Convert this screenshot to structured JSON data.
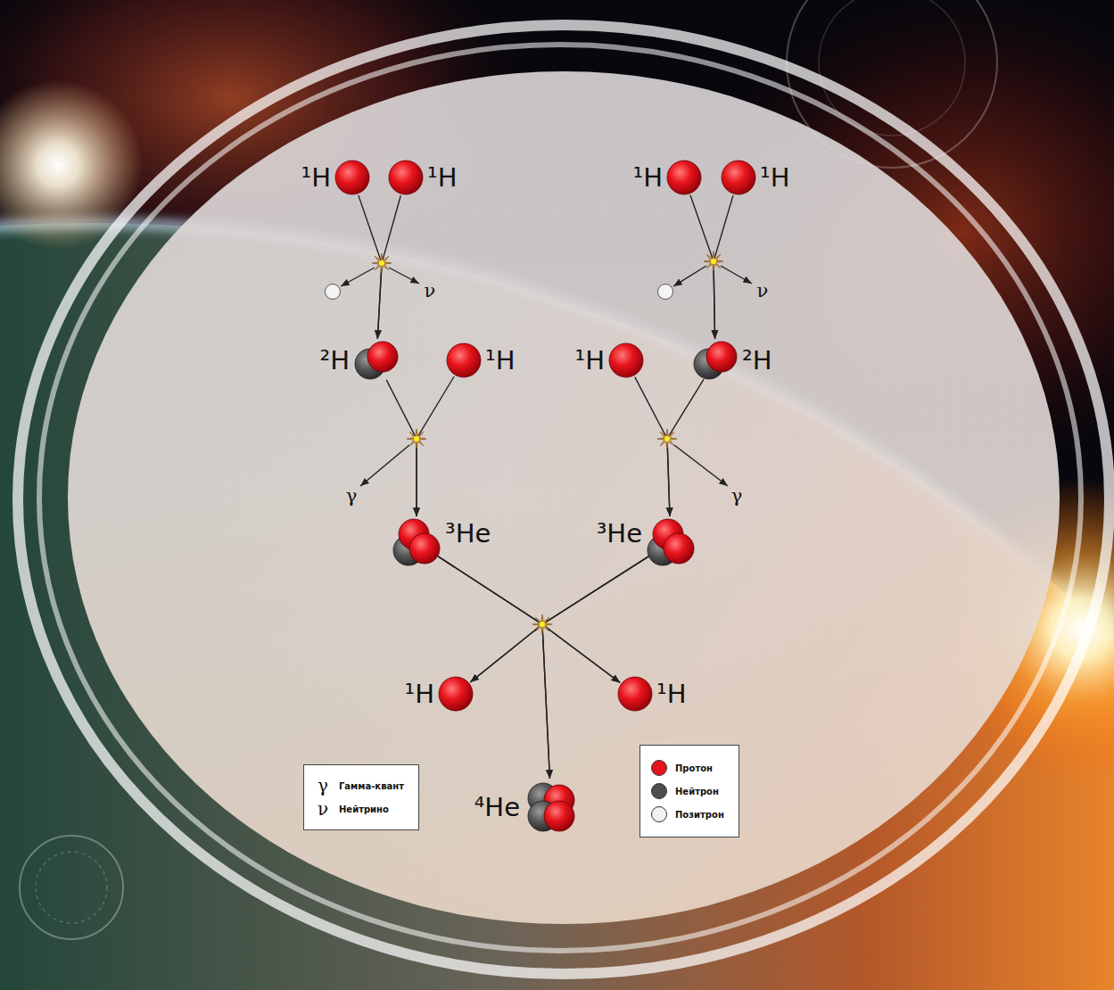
{
  "diagram": {
    "nodes": [
      {
        "text": [
          "¹H"
        ]
      },
      {
        "text": [
          "¹H"
        ]
      },
      {
        "text": [
          "¹H"
        ]
      },
      {
        "text": [
          "¹H"
        ]
      },
      {
        "text": [
          "²H"
        ]
      },
      {
        "text": [
          "¹H"
        ]
      },
      {
        "text": [
          "¹H"
        ]
      },
      {
        "text": [
          "²H"
        ]
      },
      {
        "text": [
          "³He"
        ]
      },
      {
        "text": [
          "³He"
        ]
      },
      {
        "text": [
          "¹H"
        ]
      },
      {
        "text": [
          "¹H"
        ]
      },
      {
        "text": [
          "⁴He"
        ]
      }
    ],
    "edges": [
      {
        "from": 0,
        "to": 4,
        "arrow": "to"
      },
      {
        "from": 1,
        "to": 4,
        "arrow": "to"
      },
      {
        "from": 2,
        "to": 7,
        "arrow": "to"
      },
      {
        "from": 3,
        "to": 7,
        "arrow": "to"
      },
      {
        "from": 4,
        "to": 8,
        "arrow": "to"
      },
      {
        "from": 5,
        "to": 8,
        "arrow": "to"
      },
      {
        "from": 6,
        "to": 9,
        "arrow": "to"
      },
      {
        "from": 7,
        "to": 9,
        "arrow": "to"
      },
      {
        "from": 8,
        "to": 10,
        "arrow": "to"
      },
      {
        "from": 8,
        "to": 11,
        "arrow": "to"
      },
      {
        "from": 8,
        "to": 12,
        "arrow": "to"
      },
      {
        "from": 9,
        "to": 10,
        "arrow": "to"
      },
      {
        "from": 9,
        "to": 11,
        "arrow": "to"
      },
      {
        "from": 9,
        "to": 12,
        "arrow": "to"
      }
    ],
    "labels": [
      "ν",
      "ν",
      "γ",
      "γ",
      "γ",
      "ν"
    ],
    "legend": [
      {
        "text": "Гамма-квант"
      },
      {
        "text": "Нейтрино"
      },
      {
        "text": "Протон",
        "color": "#e8141c"
      },
      {
        "text": "Нейтрон",
        "color": "#4d4d4d"
      },
      {
        "text": "Позитрон",
        "color": "#f2f2f2"
      }
    ]
  }
}
